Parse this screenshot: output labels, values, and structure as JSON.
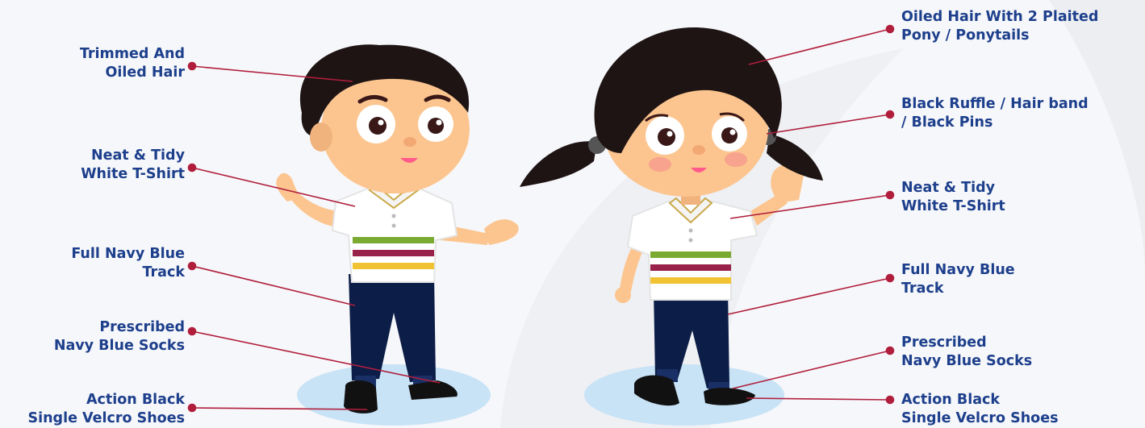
{
  "colors": {
    "label_text": "#1d3f8c",
    "leader_line": "#b01e3c",
    "hair": "#1e1414",
    "skin": "#fcc58f",
    "shirt": "#ffffff",
    "stripe_green": "#7aaa32",
    "stripe_maroon": "#99224a",
    "stripe_yellow": "#f1c232",
    "pants": "#0c1d47",
    "shoes": "#111111",
    "floor_shadow": "#c8e3f6"
  },
  "figures": {
    "boy": {
      "name": "boy-figure"
    },
    "girl": {
      "name": "girl-figure"
    }
  },
  "labels": {
    "boy": [
      {
        "line1": "Trimmed And",
        "line2": "Oiled Hair"
      },
      {
        "line1": "Neat & Tidy",
        "line2": "White T-Shirt"
      },
      {
        "line1": "Full Navy Blue",
        "line2": "Track"
      },
      {
        "line1": "Prescribed",
        "line2": "Navy Blue Socks"
      },
      {
        "line1": "Action Black",
        "line2": "Single Velcro Shoes"
      }
    ],
    "girl": [
      {
        "line1": "Oiled Hair With 2 Plaited",
        "line2": "Pony / Ponytails"
      },
      {
        "line1": "Black Ruffle / Hair band",
        "line2": "/ Black Pins"
      },
      {
        "line1": "Neat & Tidy",
        "line2": "White T-Shirt"
      },
      {
        "line1": "Full Navy Blue",
        "line2": "Track"
      },
      {
        "line1": "Prescribed",
        "line2": "Navy Blue Socks"
      },
      {
        "line1": "Action Black",
        "line2": "Single Velcro Shoes"
      }
    ]
  }
}
